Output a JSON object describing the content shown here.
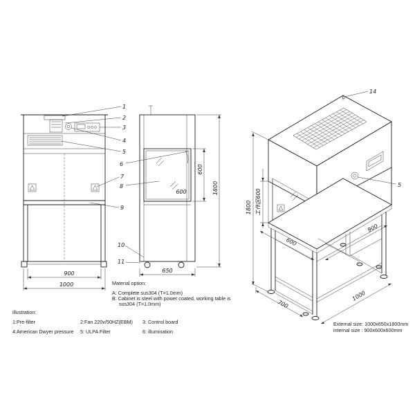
{
  "front_view": {
    "callouts": [
      "1",
      "2",
      "3",
      "4",
      "5",
      "7",
      "9",
      "10",
      "11"
    ],
    "dim_inner_width": "900",
    "dim_outer_width": "1000"
  },
  "side_view": {
    "callouts": [
      "6",
      "8"
    ],
    "dim_window_height": "600",
    "dim_window_width": "600",
    "dim_height": "1800",
    "dim_depth": "650"
  },
  "iso_view": {
    "callouts": [
      "14",
      "5"
    ],
    "dim_height": "1800",
    "dim_inner_height": "工作区600",
    "dim_inner_width": "600",
    "dim_inner_depth": "900",
    "dim_depth": "700",
    "dim_length": "1000"
  },
  "material": {
    "title": "Material option:",
    "a": "A: Complete sus304 (T=1.0mm)",
    "b1": "B: Cabinet is steel with power coated, working table is",
    "b2": "sus304 (T=1.0mm)"
  },
  "illustration": {
    "title": "illustration:",
    "items": [
      "1:Pre-filter",
      "2:Fan 220v/50HZ(EBM)",
      "3: Control board",
      "4:American Dwyer pressure",
      "5: ULPA Filter",
      "6: illumination"
    ]
  },
  "sizes": {
    "external": "External size: 1000x650x1800mm",
    "internal": "internal size : 900x600x600mm"
  }
}
